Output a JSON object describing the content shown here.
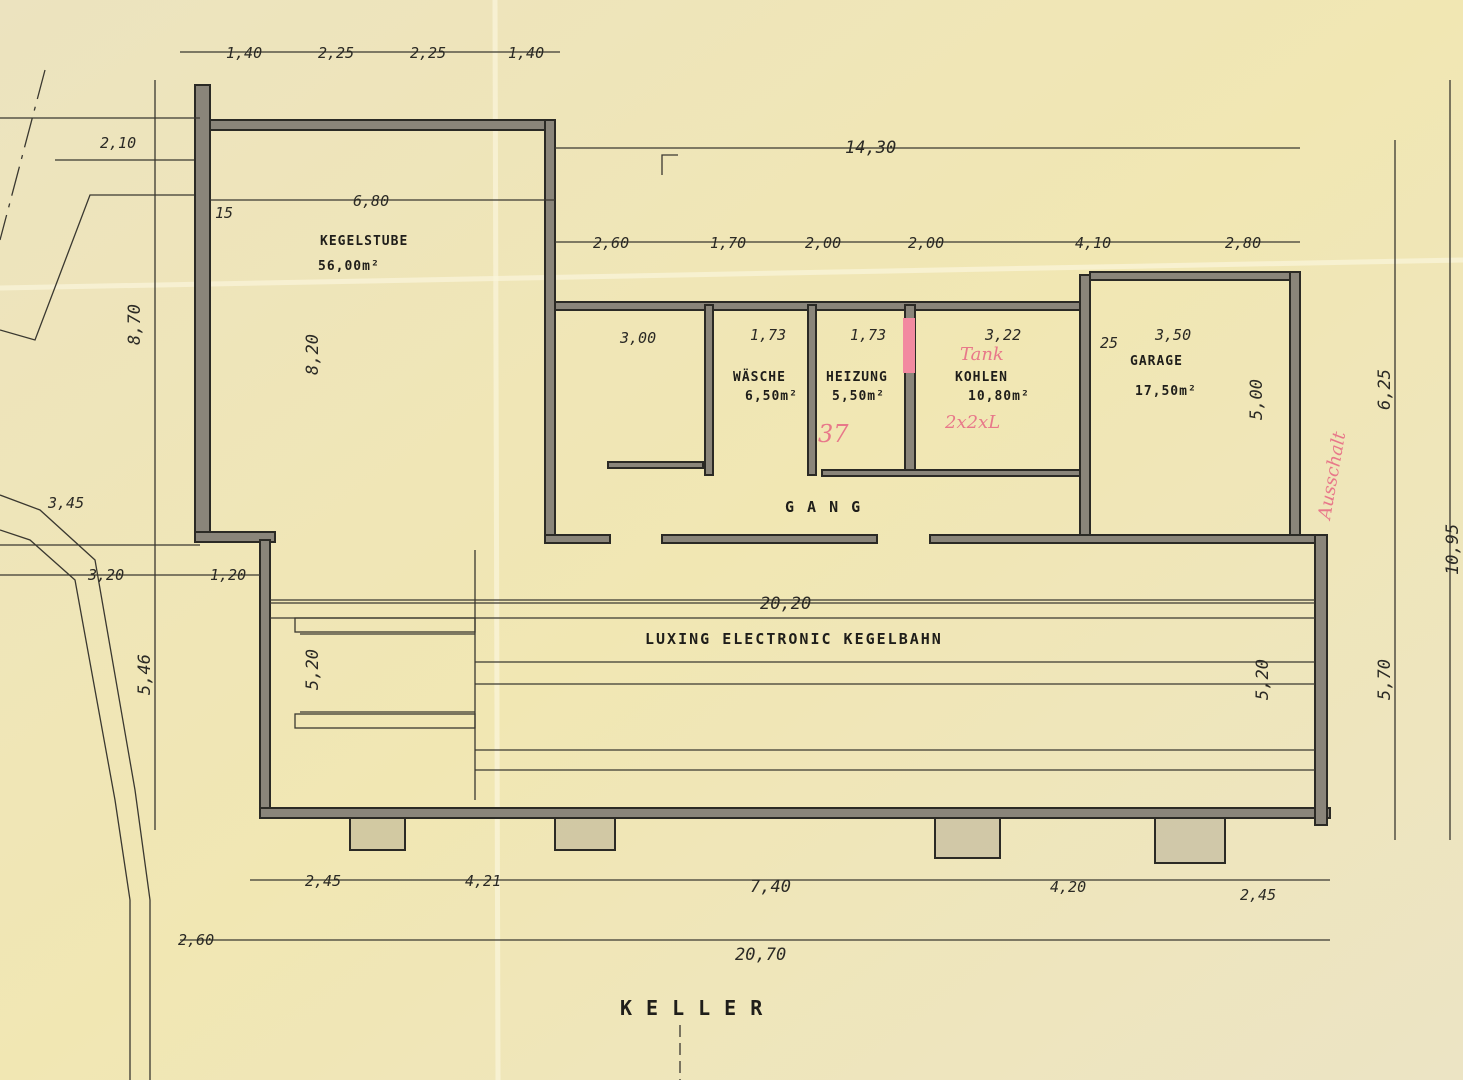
{
  "title": "KELLER",
  "rooms": {
    "kegelstube": {
      "name": "KEGELSTUBE",
      "area": "56,00m²"
    },
    "wasche": {
      "name": "WÄSCHE",
      "area": "6,50m²"
    },
    "heizung": {
      "name": "HEIZUNG",
      "area": "5,50m²"
    },
    "kohlen": {
      "name": "KOHLEN",
      "area": "10,80m²"
    },
    "garage": {
      "name": "GARAGE",
      "area": "17,50m²"
    },
    "gang": {
      "name": "G A N G"
    },
    "kegelbahn": {
      "name": "LUXING ELECTRONIC KEGELBAHN"
    }
  },
  "annotations": {
    "tank": "Tank",
    "tank_size": "2x2xL",
    "note_37": "37",
    "note_garage": "Ausschalt"
  },
  "dimensions": {
    "top": [
      "1,40",
      "2,25",
      "2,25",
      "1,40"
    ],
    "kegelstube_width": "6,80",
    "kegelstube_depth": "8,20",
    "overall_upper": "14,30",
    "service_row": [
      "2,60",
      "1,70",
      "2,00",
      "2,00",
      "4,10",
      "2,80"
    ],
    "inner_rooms": [
      "1,73",
      "1,73",
      "3,22",
      "3,50"
    ],
    "left": [
      "2,10",
      "8,70",
      "3,45",
      "3,20",
      "1,20",
      "5,46",
      "2,60"
    ],
    "lane_length": "20,20",
    "lane_depth_left": "5,20",
    "lane_depth_right": "5,20",
    "garage_depth": "5,00",
    "right": [
      "6,25",
      "5,70",
      "10,95"
    ],
    "bottom": [
      "2,45",
      "4,21",
      "7,40",
      "4,20",
      "2,45"
    ],
    "overall_bottom": "20,70",
    "wall_15": "15",
    "wall_25": "25",
    "stair": "3,00"
  }
}
